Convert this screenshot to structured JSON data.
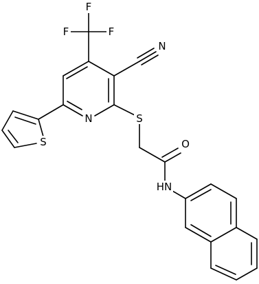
{
  "molecule": {
    "atoms": {
      "F_left": "F",
      "F_top": "F",
      "F_right": "F",
      "N_nitrile": "N",
      "N_pyridine": "N",
      "S_thioether": "S",
      "S_thiophene": "S",
      "O_carbonyl": "O",
      "NH_amide": "HN"
    },
    "colors": {
      "bond": "#000000",
      "background": "#ffffff"
    }
  }
}
